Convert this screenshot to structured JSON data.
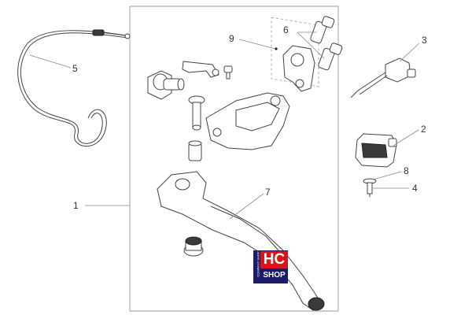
{
  "callouts": [
    "1",
    "2",
    "3",
    "4",
    "5",
    "6",
    "7",
    "8",
    "9"
  ],
  "logo": {
    "main": "HC",
    "sub": "SHOP",
    "vertical": "COMPANY SHOP"
  },
  "colors": {
    "logo_red": "#d8141b",
    "logo_blue": "#1b1b6b"
  }
}
